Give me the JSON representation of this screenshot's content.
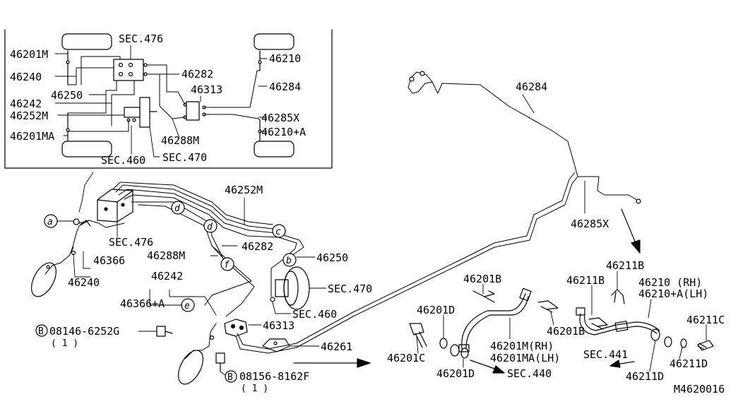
{
  "inset": {
    "labels": {
      "sec476": "SEC.476",
      "p46201m": "46201M",
      "p46240": "46240",
      "p46250": "46250",
      "p46242": "46242",
      "p46252m": "46252M",
      "p46201ma": "46201MA",
      "sec460": "SEC.460",
      "sec470": "SEC.470",
      "p46288m": "46288M",
      "p46282": "46282",
      "p46313": "46313",
      "p46210": "46210",
      "p46284": "46284",
      "p46285x": "46285X",
      "p46210a": "46210+A"
    }
  },
  "main": {
    "labels": {
      "p46284": "46284",
      "p46285x": "46285X",
      "p46252m": "46252M",
      "p46282": "46282",
      "p46288m": "46288M",
      "p46250": "46250",
      "sec476": "SEC.476",
      "p46366": "46366",
      "p46240": "46240",
      "p46242": "46242",
      "p46366a": "46366+A",
      "sec470": "SEC.470",
      "sec460": "SEC.460",
      "p46313": "46313",
      "p46261": "46261",
      "bolt1_code": "08146-6252G",
      "bolt1_qty": "( 1 )",
      "bolt2_code": "08156-8162F",
      "bolt2_qty": "( 1 )",
      "bolt_letter": "B",
      "circle_a": "a",
      "circle_b": "b",
      "circle_c": "c",
      "circle_d1": "d",
      "circle_d2": "d",
      "circle_e": "e",
      "circle_f": "f"
    }
  },
  "front_hose": {
    "labels": {
      "p46201b_top": "46201B",
      "p46201d_top": "46201D",
      "p46201c": "46201C",
      "p46201d_bot": "46201D",
      "p46201m_rh": "46201M(RH)",
      "p46201ma_lh": "46201MA(LH)",
      "p46201b_right": "46201B",
      "sec440": "SEC.440"
    }
  },
  "rear_hose": {
    "labels": {
      "p46211b_top": "46211B",
      "p46211b_left": "46211B",
      "p46210_rh": "46210 (RH)",
      "p46210a_lh": "46210+A(LH)",
      "p46211c": "46211C",
      "sec441": "SEC.441",
      "p46211d_a": "46211D",
      "p46211d_b": "46211D"
    }
  },
  "diagram_code": "M4620016"
}
